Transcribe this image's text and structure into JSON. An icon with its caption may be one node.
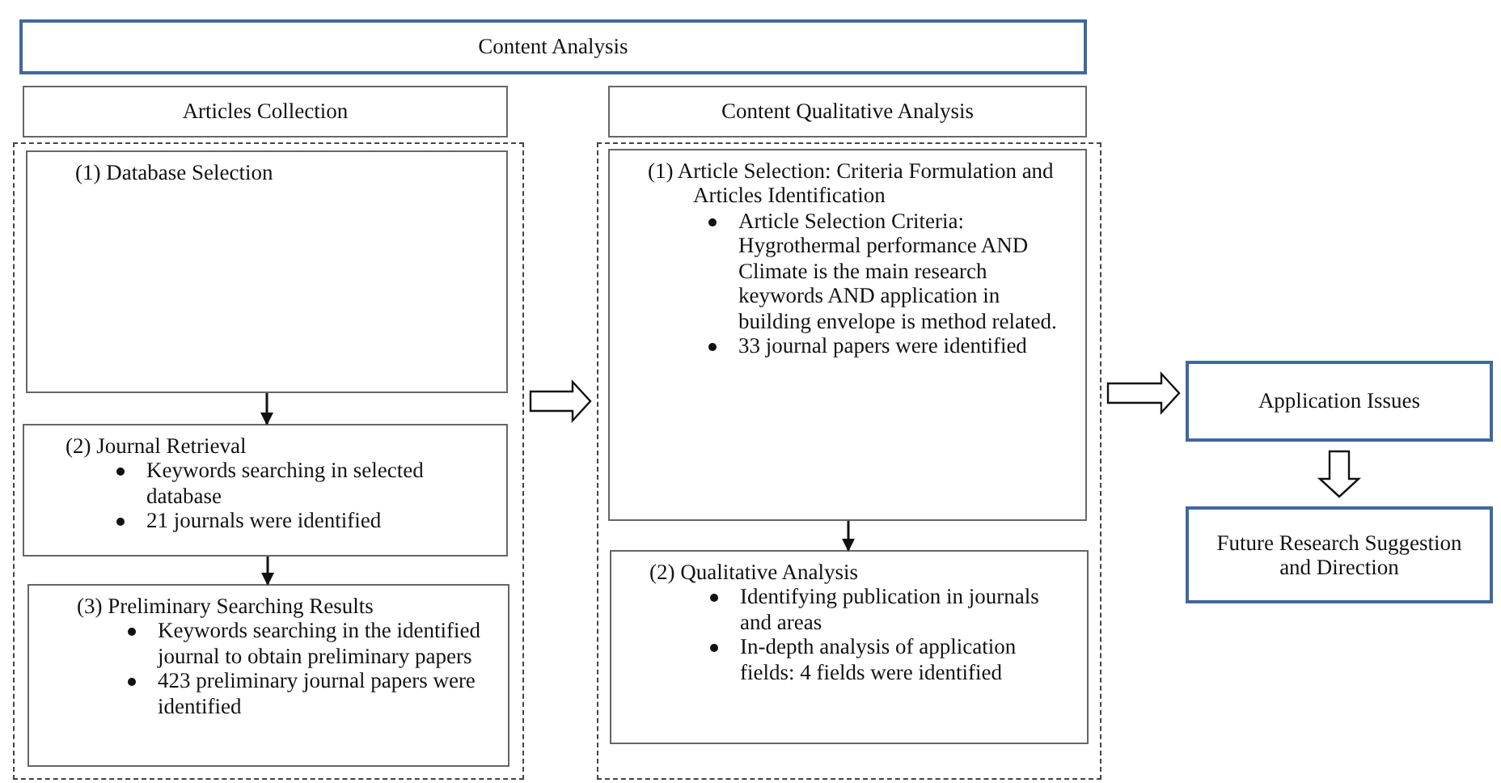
{
  "diagram": {
    "nodes": [
      {
        "text": [
          "Content Analysis"
        ]
      },
      {
        "text": [
          "Articles Collection"
        ]
      },
      {
        "text": [],
        "shape": "box"
      },
      {
        "text": [
          "(1) Database Selection"
        ],
        "in": 2
      },
      {
        "text": [
          "(2) Journal Retrieval",
          "Keywords searching in selected database",
          "21 journals were identified"
        ],
        "in": 2
      },
      {
        "text": [
          "(3) Preliminary Searching Results",
          "Keywords searching in the identified journal to obtain preliminary papers",
          "423 preliminary journal papers were identified"
        ],
        "in": 2
      },
      {
        "text": [
          "Content Qualitative Analysis"
        ]
      },
      {
        "text": [],
        "shape": "box"
      },
      {
        "text": [
          "(1) Article Selection: Criteria Formulation and Articles Identification",
          "Article Selection Criteria: Hygrothermal performance AND Climate is the main research keywords AND application in building envelope is method related.",
          "33 journal papers were identified"
        ],
        "in": 7
      },
      {
        "text": [
          "(2) Qualitative Analysis",
          "Identifying publication in journals and areas",
          "In-depth analysis of application fields: 4 fields were identified"
        ],
        "in": 7
      },
      {
        "text": [
          "Application Issues"
        ]
      },
      {
        "text": [
          "Future Research Suggestion and Direction"
        ]
      }
    ],
    "edges": [
      {
        "from": 3,
        "to": 4,
        "arrow": "to"
      },
      {
        "from": 4,
        "to": 5,
        "arrow": "to"
      },
      {
        "from": 8,
        "to": 9,
        "arrow": "to"
      },
      {
        "from": 2,
        "to": 7,
        "arrow": "to",
        "style": "thick"
      },
      {
        "from": 7,
        "to": 10,
        "arrow": "to",
        "style": "thick"
      },
      {
        "from": 10,
        "to": 11,
        "arrow": "to",
        "style": "thick"
      }
    ]
  }
}
